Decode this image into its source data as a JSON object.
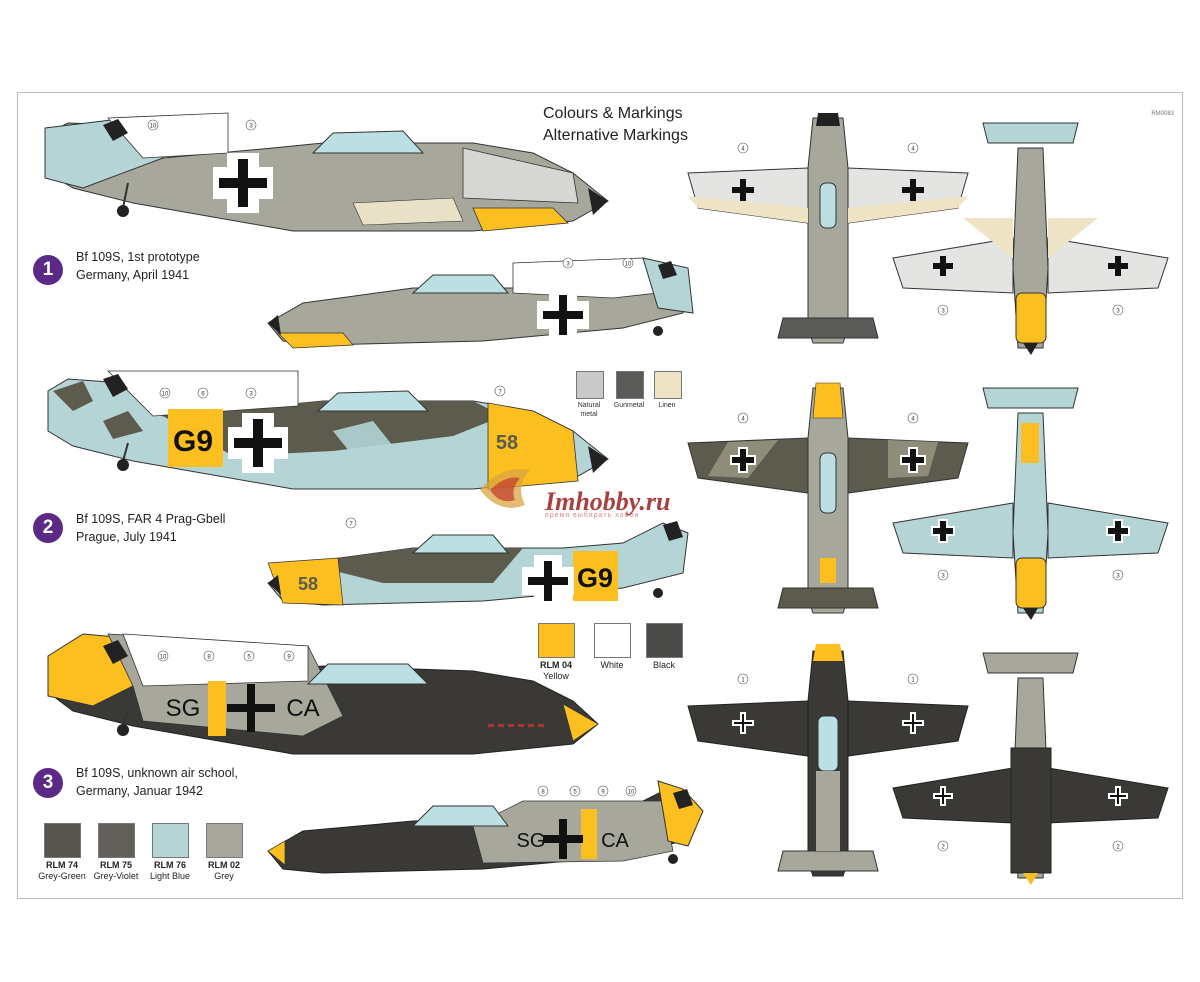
{
  "title_line1": "Colours & Markings",
  "title_line2": "Alternative Markings",
  "sheet_code": "RM0083",
  "schemes": [
    {
      "number": "1",
      "line1": "Bf 109S, 1st prototype",
      "line2": "Germany, April 1941"
    },
    {
      "number": "2",
      "line1": "Bf 109S, FAR 4 Prag-Gbell",
      "line2": "Prague, July 1941"
    },
    {
      "number": "3",
      "line1": "Bf 109S, unknown air school,",
      "line2": "Germany, Januar 1942"
    }
  ],
  "codes": {
    "g9": "G9",
    "n58": "58",
    "sg": "SG",
    "ca": "CA"
  },
  "callouts": {
    "c1": "1",
    "c2": "2",
    "c3": "3",
    "c4": "4",
    "c5": "5",
    "c6": "6",
    "c7": "7",
    "c8": "8",
    "c9": "9",
    "c10": "10"
  },
  "swatches_small": [
    {
      "line1": "Natural",
      "line2": "metal",
      "color": "#c9c9c9"
    },
    {
      "line1": "Gunmetal",
      "line2": "",
      "color": "#5a5a58"
    },
    {
      "line1": "Linen",
      "line2": "",
      "color": "#efe3c6"
    }
  ],
  "swatches_mid": [
    {
      "line1": "RLM 04",
      "line2": "Yellow",
      "color": "#fbbf20"
    },
    {
      "line1": "White",
      "line2": "",
      "color": "#ffffff"
    },
    {
      "line1": "Black",
      "line2": "",
      "color": "#4a4a48"
    }
  ],
  "swatches_bottom": [
    {
      "line1": "RLM 74",
      "line2": "Grey-Green",
      "color": "#56554f"
    },
    {
      "line1": "RLM 75",
      "line2": "Grey-Violet",
      "color": "#63605c"
    },
    {
      "line1": "RLM 76",
      "line2": "Light Blue",
      "color": "#b4d4d6"
    },
    {
      "line1": "RLM 02",
      "line2": "Grey",
      "color": "#a8a79c"
    }
  ],
  "watermark": {
    "text": "Imhobby.ru",
    "sub": "время выбирать хобби"
  },
  "colors": {
    "yellow": "#fbbf20",
    "grey": "#a8a79c",
    "lightblue": "#b4d4d6",
    "dark": "#3a3935",
    "green": "#5c5b4e",
    "purple": "#5a2a86"
  }
}
